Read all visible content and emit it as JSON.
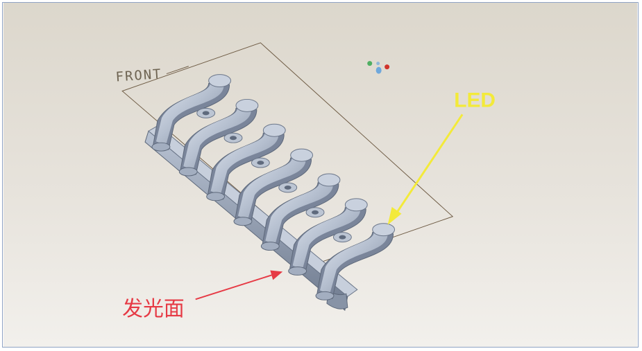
{
  "labels": {
    "plane": "FRONT",
    "led": "LED",
    "face": "发光面"
  },
  "colors": {
    "background_top": "#ded9cf",
    "background_bottom": "#f1efea",
    "plane_outline": "#6f5c45",
    "part_light": "#d4dbe6",
    "part_mid": "#aab5c7",
    "part_dark": "#6e7a8e",
    "led_annotation": "#f3ea3a",
    "face_annotation": "#e63a45"
  },
  "model": {
    "light_pipe_count": 7
  }
}
